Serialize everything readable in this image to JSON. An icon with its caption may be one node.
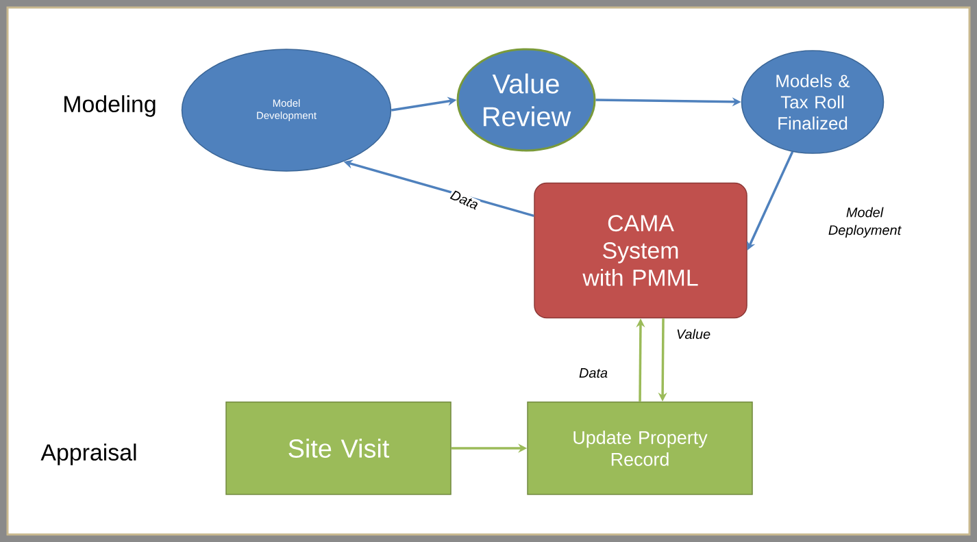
{
  "diagram": {
    "nodes": [
      {
        "text": [
          "Model Development"
        ]
      },
      {
        "text": [
          "Value Review"
        ]
      },
      {
        "text": [
          "Models & Tax Roll Finalized"
        ]
      },
      {
        "text": [
          "CAMA System with PMML"
        ]
      },
      {
        "text": [
          "Site Visit"
        ]
      },
      {
        "text": [
          "Update Property Record"
        ]
      }
    ],
    "edges": [
      {
        "from": 0,
        "to": 1,
        "arrow": "to"
      },
      {
        "from": 1,
        "to": 2,
        "arrow": "to"
      },
      {
        "from": 3,
        "to": 0,
        "arrow": "to",
        "label": "Data"
      },
      {
        "from": 2,
        "to": 3,
        "arrow": "to",
        "label": "Model Deployment"
      },
      {
        "from": 5,
        "to": 3,
        "arrow": "to",
        "label": "Data",
        "color": "#9bbb59"
      },
      {
        "from": 3,
        "to": 5,
        "arrow": "to",
        "label": "Value",
        "color": "#9bbb59"
      },
      {
        "from": 4,
        "to": 5,
        "arrow": "to",
        "color": "#9bbb59"
      }
    ],
    "labels": [
      "Modeling",
      "Appraisal"
    ]
  }
}
